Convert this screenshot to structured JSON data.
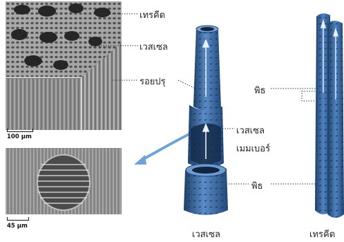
{
  "micrographs": {
    "top_scale": "100 µm",
    "bottom_scale": "45 µm"
  },
  "labels": {
    "tracheid_top": "เทรคีด",
    "vessel_top": "เวสเซล",
    "pit_top": "รอยปรุ",
    "pith_right_top": "พิธ",
    "vessel_member_1": "เวสเซล",
    "vessel_member_2": "เมมเบอร์",
    "pith_center": "พิธ",
    "caption_vessel": "เวสเซล",
    "caption_tracheid": "เทรคีด"
  },
  "colors": {
    "tube_main": "#2f5f95",
    "tube_light": "#5a8cc8",
    "tube_dark": "#1d3e66",
    "arrow_blue": "#6fa3d8"
  }
}
